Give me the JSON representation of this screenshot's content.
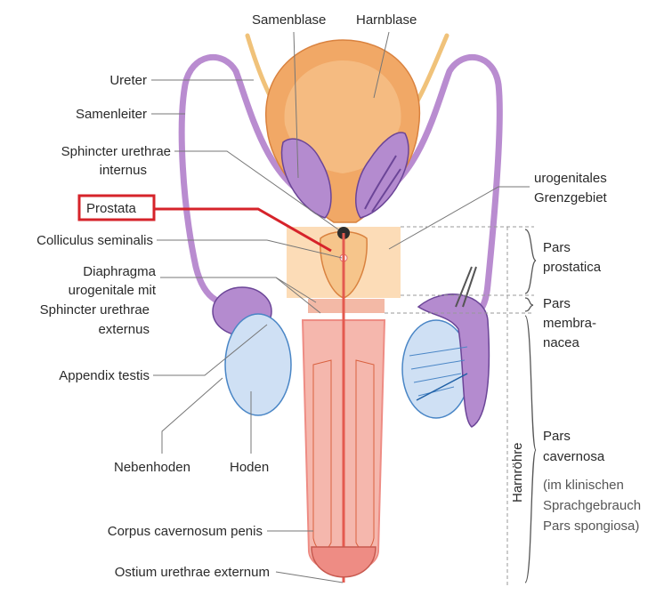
{
  "colors": {
    "bladder": "#f1a866",
    "bladder_dark": "#d9823f",
    "vesicle": "#b48bcf",
    "vesicle_dark": "#6b4597",
    "duct": "#b98cd0",
    "urethra": "#ee8c84",
    "urethra_light": "#f5b7ad",
    "prostate_zone": "#fcdcb7",
    "testis": "#cfe0f4",
    "testis_edge": "#4a86c6",
    "ureter": "#f0c27a",
    "highlight": "#d6232a"
  },
  "labels_left": {
    "ureter": "Ureter",
    "samenleiter": "Samenleiter",
    "sphincter_int_1": "Sphincter urethrae",
    "sphincter_int_2": "internus",
    "prostata": "Prostata",
    "colliculus": "Colliculus seminalis",
    "diaphragma_1": "Diaphragma",
    "diaphragma_2": "urogenitale mit",
    "diaphragma_3": "Sphincter urethrae",
    "diaphragma_4": "externus",
    "appendix": "Appendix testis",
    "nebenhoden": "Nebenhoden",
    "hoden": "Hoden",
    "corpus": "Corpus cavernosum penis",
    "ostium": "Ostium urethrae externum"
  },
  "labels_top": {
    "samenblase": "Samenblase",
    "harnblase": "Harnblase"
  },
  "labels_right": {
    "grenz_1": "urogenitales",
    "grenz_2": "Grenzgebiet",
    "pars_prost_1": "Pars",
    "pars_prost_2": "prostatica",
    "pars_memb_1": "Pars",
    "pars_memb_2": "membra-",
    "pars_memb_3": "nacea",
    "pars_cav_1": "Pars",
    "pars_cav_2": "cavernosa",
    "pars_cav_3": "(im klinischen",
    "pars_cav_4": "Sprachgebrauch",
    "pars_cav_5": "Pars spongiosa)",
    "harnroehre": "Harnröhre"
  }
}
